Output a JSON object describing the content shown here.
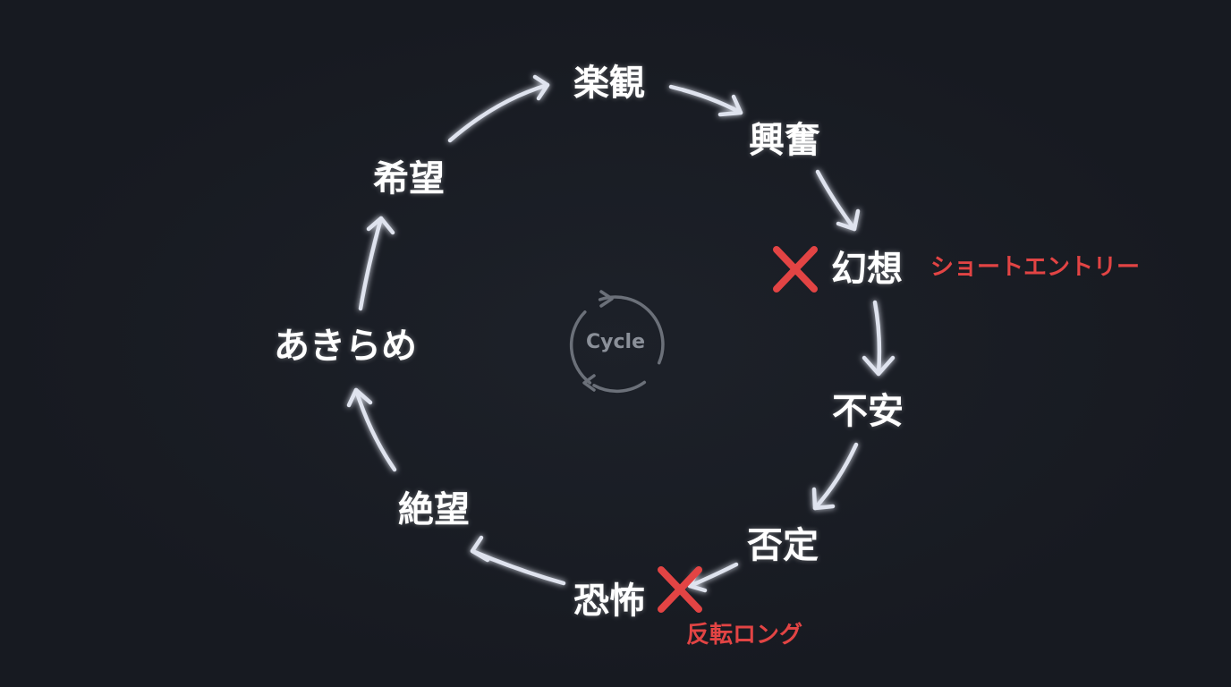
{
  "diagram": {
    "stages": [
      {
        "id": "optimism",
        "label": "楽観"
      },
      {
        "id": "excitement",
        "label": "興奮"
      },
      {
        "id": "illusion",
        "label": "幻想"
      },
      {
        "id": "anxiety",
        "label": "不安"
      },
      {
        "id": "denial",
        "label": "否定"
      },
      {
        "id": "fear",
        "label": "恐怖"
      },
      {
        "id": "despair",
        "label": "絶望"
      },
      {
        "id": "resignation",
        "label": "あきらめ"
      },
      {
        "id": "hope",
        "label": "希望"
      }
    ],
    "center_label": "Cycle",
    "annotations": {
      "short_entry": "ショートエントリー",
      "reversal_long": "反転ロング"
    },
    "colors": {
      "background": "#171a21",
      "text": "#ffffff",
      "arrow": "#dfe3ee",
      "accent": "#e24444",
      "center": "#6b7079"
    },
    "icons": {
      "center": "cycle-icon",
      "marker": "cross-mark-icon"
    }
  }
}
